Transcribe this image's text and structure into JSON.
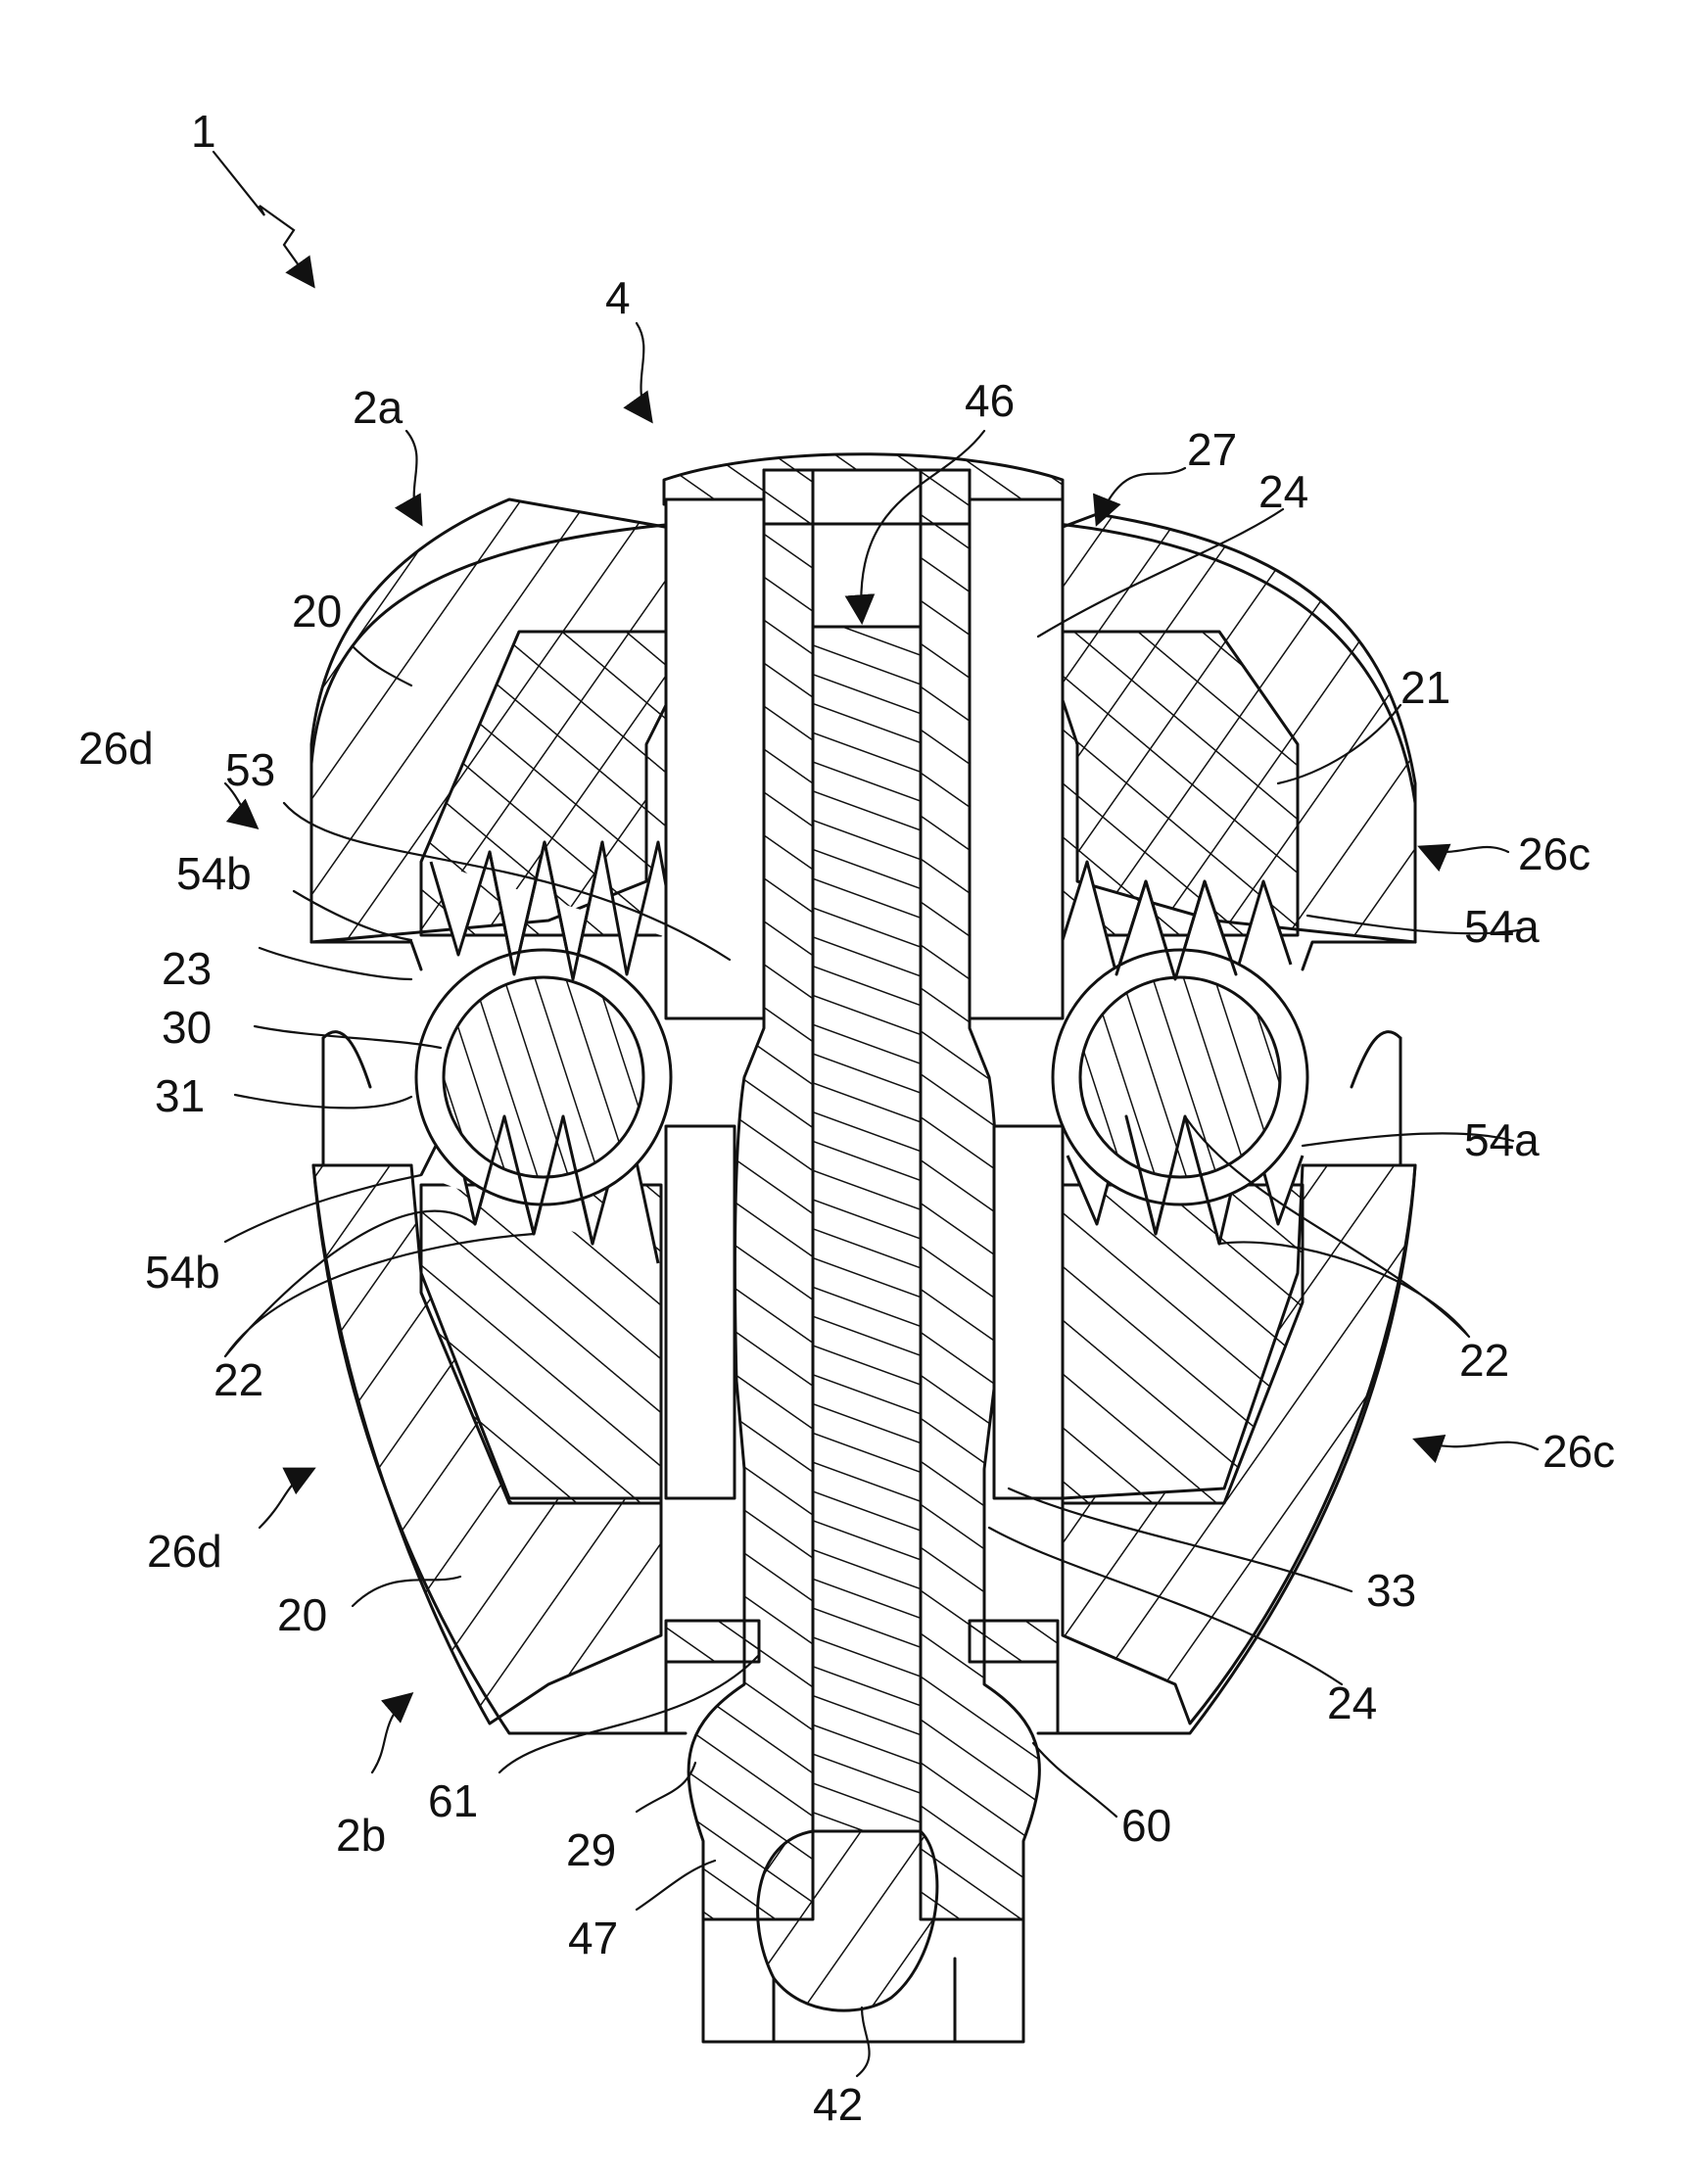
{
  "figure": {
    "labels": {
      "device": "1",
      "part_upper": "2a",
      "part_lower": "2b",
      "pin": "4",
      "ref_46": "46",
      "ref_27": "27",
      "ref_24_top": "24",
      "ref_20_top": "20",
      "ref_21": "21",
      "ref_26d_top": "26d",
      "ref_53": "53",
      "ref_26c_top": "26c",
      "ref_54b_top": "54b",
      "ref_54a_top": "54a",
      "ref_23": "23",
      "ref_30": "30",
      "ref_31": "31",
      "ref_54a_mid": "54a",
      "ref_54b_mid": "54b",
      "ref_22_left": "22",
      "ref_22_right": "22",
      "ref_26c_low": "26c",
      "ref_26d_low": "26d",
      "ref_20_low": "20",
      "ref_33": "33",
      "ref_24_low": "24",
      "ref_61": "61",
      "ref_29": "29",
      "ref_60": "60",
      "ref_47": "47",
      "ref_42": "42"
    },
    "colors": {
      "line": "#111111",
      "background": "#ffffff"
    }
  }
}
